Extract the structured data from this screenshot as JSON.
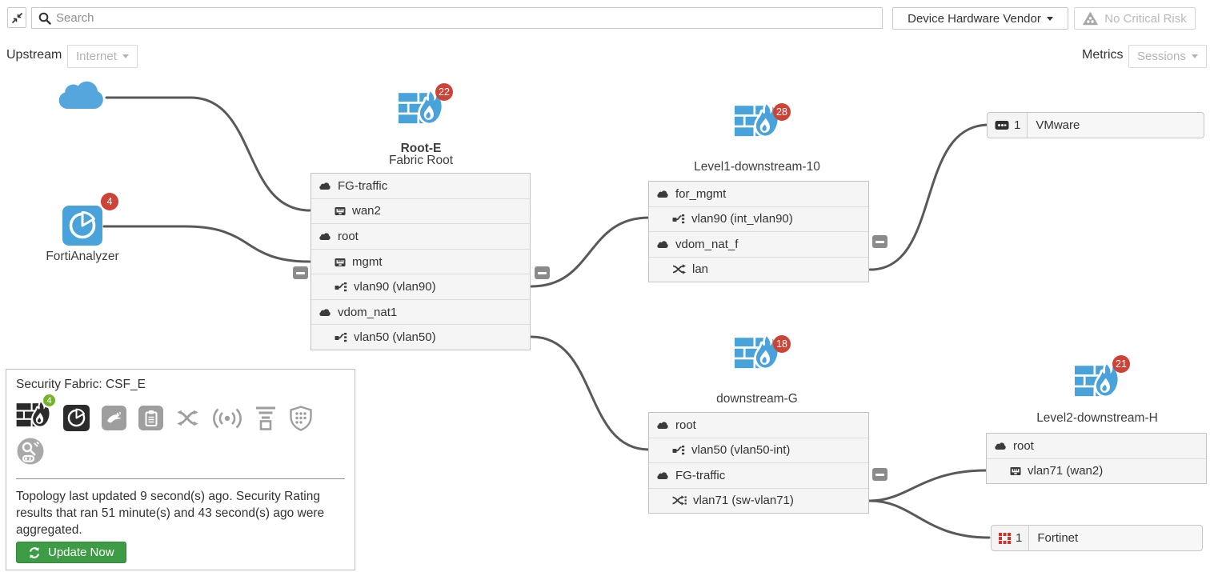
{
  "header": {
    "search_placeholder": "Search",
    "vendor_dropdown_label": "Device Hardware Vendor",
    "risk_button_label": "No Critical Risk"
  },
  "toolbar": {
    "upstream_label": "Upstream",
    "upstream_value": "Internet",
    "metrics_label": "Metrics",
    "metrics_value": "Sessions"
  },
  "colors": {
    "fortinet_blue": "#4aa2da",
    "badge_red": "#ce4335",
    "badge_green": "#74b42c",
    "update_button_green": "#3f9c46",
    "link_gray": "#58595a"
  },
  "nodes": {
    "fortianalyzer": {
      "label": "FortiAnalyzer",
      "badge": "4"
    },
    "root": {
      "name": "Root-E",
      "subtitle": "Fabric Root",
      "badge": "22",
      "rows": [
        {
          "label": "FG-traffic"
        },
        {
          "label": "wan2"
        },
        {
          "label": "root"
        },
        {
          "label": "mgmt"
        },
        {
          "label": "vlan90 (vlan90)"
        },
        {
          "label": "vdom_nat1"
        },
        {
          "label": "vlan50 (vlan50)"
        }
      ]
    },
    "level1": {
      "name": "Level1-downstream-10",
      "badge": "28",
      "rows": [
        {
          "label": "for_mgmt"
        },
        {
          "label": "vlan90 (int_vlan90)"
        },
        {
          "label": "vdom_nat_f"
        },
        {
          "label": "lan"
        }
      ]
    },
    "downstream_g": {
      "name": "downstream-G",
      "badge": "18",
      "rows": [
        {
          "label": "root"
        },
        {
          "label": "vlan50 (vlan50-int)"
        },
        {
          "label": "FG-traffic"
        },
        {
          "label": "vlan71 (sw-vlan71)"
        }
      ]
    },
    "level2": {
      "name": "Level2-downstream-H",
      "badge": "21",
      "rows": [
        {
          "label": "root"
        },
        {
          "label": "vlan71 (wan2)"
        }
      ]
    },
    "vmware": {
      "count": "1",
      "label": "VMware"
    },
    "fortinet": {
      "count": "1",
      "label": "Fortinet"
    }
  },
  "fabric_panel": {
    "title": "Security Fabric: CSF_E",
    "fortigate_badge": "4",
    "status_text": "Topology last updated 9 second(s) ago. Security Rating results that ran 51 minute(s) and 43 second(s) ago were aggregated.",
    "update_button_label": "Update Now"
  }
}
